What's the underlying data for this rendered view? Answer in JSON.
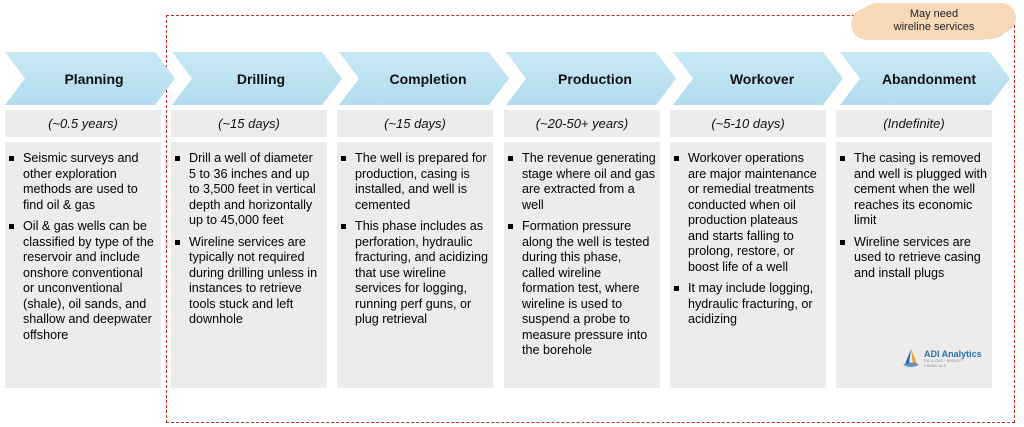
{
  "callout": {
    "line1": "May need",
    "line2": "wireline services"
  },
  "colors": {
    "arrow_top": "#c8e8f5",
    "arrow_bottom": "#b2dcee",
    "box": "#ececec",
    "dashed_frame": "#c0282d",
    "callout_bg": "#f7d9b8",
    "logo_blue": "#2b6fb0",
    "logo_orange": "#f09a2c"
  },
  "stages": [
    {
      "name": "Planning",
      "duration": "(~0.5 years)",
      "bullets": [
        "Seismic surveys and other exploration methods are used to find oil & gas",
        "Oil & gas wells can be classified by type of the reservoir and include onshore conventional or unconventional (shale), oil sands, and shallow and deepwater offshore"
      ]
    },
    {
      "name": "Drilling",
      "duration": "(~15 days)",
      "bullets": [
        "Drill a well of diameter 5 to 36 inches and up to 3,500 feet in vertical depth and horizontally up to 45,000 feet",
        "Wireline services are typically not required during drilling unless in instances to retrieve tools stuck and left downhole"
      ]
    },
    {
      "name": "Completion",
      "duration": "(~15 days)",
      "bullets": [
        "The well is prepared for production, casing is installed, and well is cemented",
        "This phase includes as perforation, hydraulic fracturing, and acidizing that use wireline services for logging, running perf guns, or plug retrieval"
      ]
    },
    {
      "name": "Production",
      "duration": "(~20-50+ years)",
      "bullets": [
        "The revenue generating stage where oil and gas are extracted from a well",
        "Formation pressure along the well is tested during this phase, called wireline formation test, where wireline is used to suspend a probe to measure pressure into the borehole"
      ]
    },
    {
      "name": "Workover",
      "duration": "(~5-10 days)",
      "bullets": [
        "Workover operations are major maintenance or remedial treatments conducted when oil production plateaus and starts falling to prolong, restore, or boost life of a well",
        "It may include logging, hydraulic fracturing, or acidizing"
      ]
    },
    {
      "name": "Abandonment",
      "duration": "(Indefinite)",
      "bullets": [
        "The casing is removed and well is plugged with cement when the well reaches its economic limit",
        "Wireline services are used to retrieve casing and install plugs"
      ]
    }
  ],
  "logo": {
    "name": "ADI Analytics",
    "tagline": "OIL & GAS · ENERGY · CHEMICALS"
  }
}
